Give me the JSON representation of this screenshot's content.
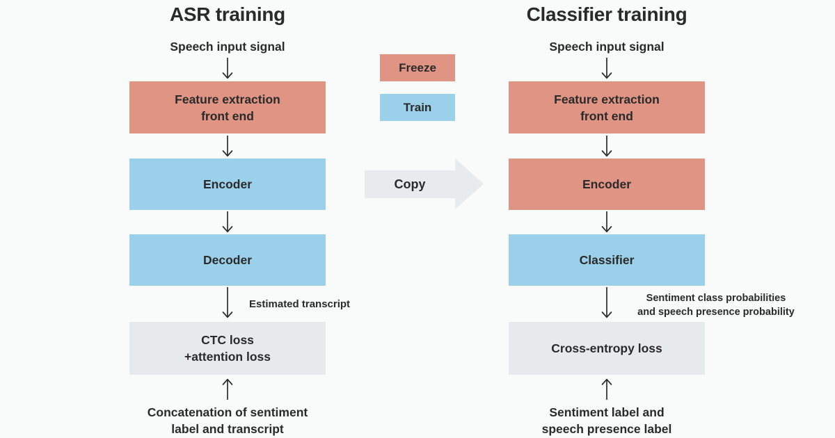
{
  "asr": {
    "title": "ASR training",
    "input": "Speech input signal",
    "feature_box": "Feature extraction\nfront end",
    "encoder_box": "Encoder",
    "decoder_box": "Decoder",
    "transcript_note": "Estimated transcript",
    "loss_box": "CTC loss\n+attention loss",
    "target": "Concatenation of sentiment\nlabel and transcript"
  },
  "classifier": {
    "title": "Classifier training",
    "input": "Speech input signal",
    "feature_box": "Feature extraction\nfront end",
    "encoder_box": "Encoder",
    "classifier_box": "Classifier",
    "output_note": "Sentiment class probabilities\nand speech presence probability",
    "loss_box": "Cross-entropy loss",
    "target": "Sentiment label and\nspeech presence label"
  },
  "legend": {
    "freeze": "Freeze",
    "train": "Train",
    "copy": "Copy"
  },
  "colors": {
    "freeze": "#e09484",
    "train": "#9ad0ea",
    "loss": "#e7eaea",
    "copy_arrow": "#e8ebeb",
    "text": "#2a2a2a",
    "background": "#f9fafa"
  }
}
